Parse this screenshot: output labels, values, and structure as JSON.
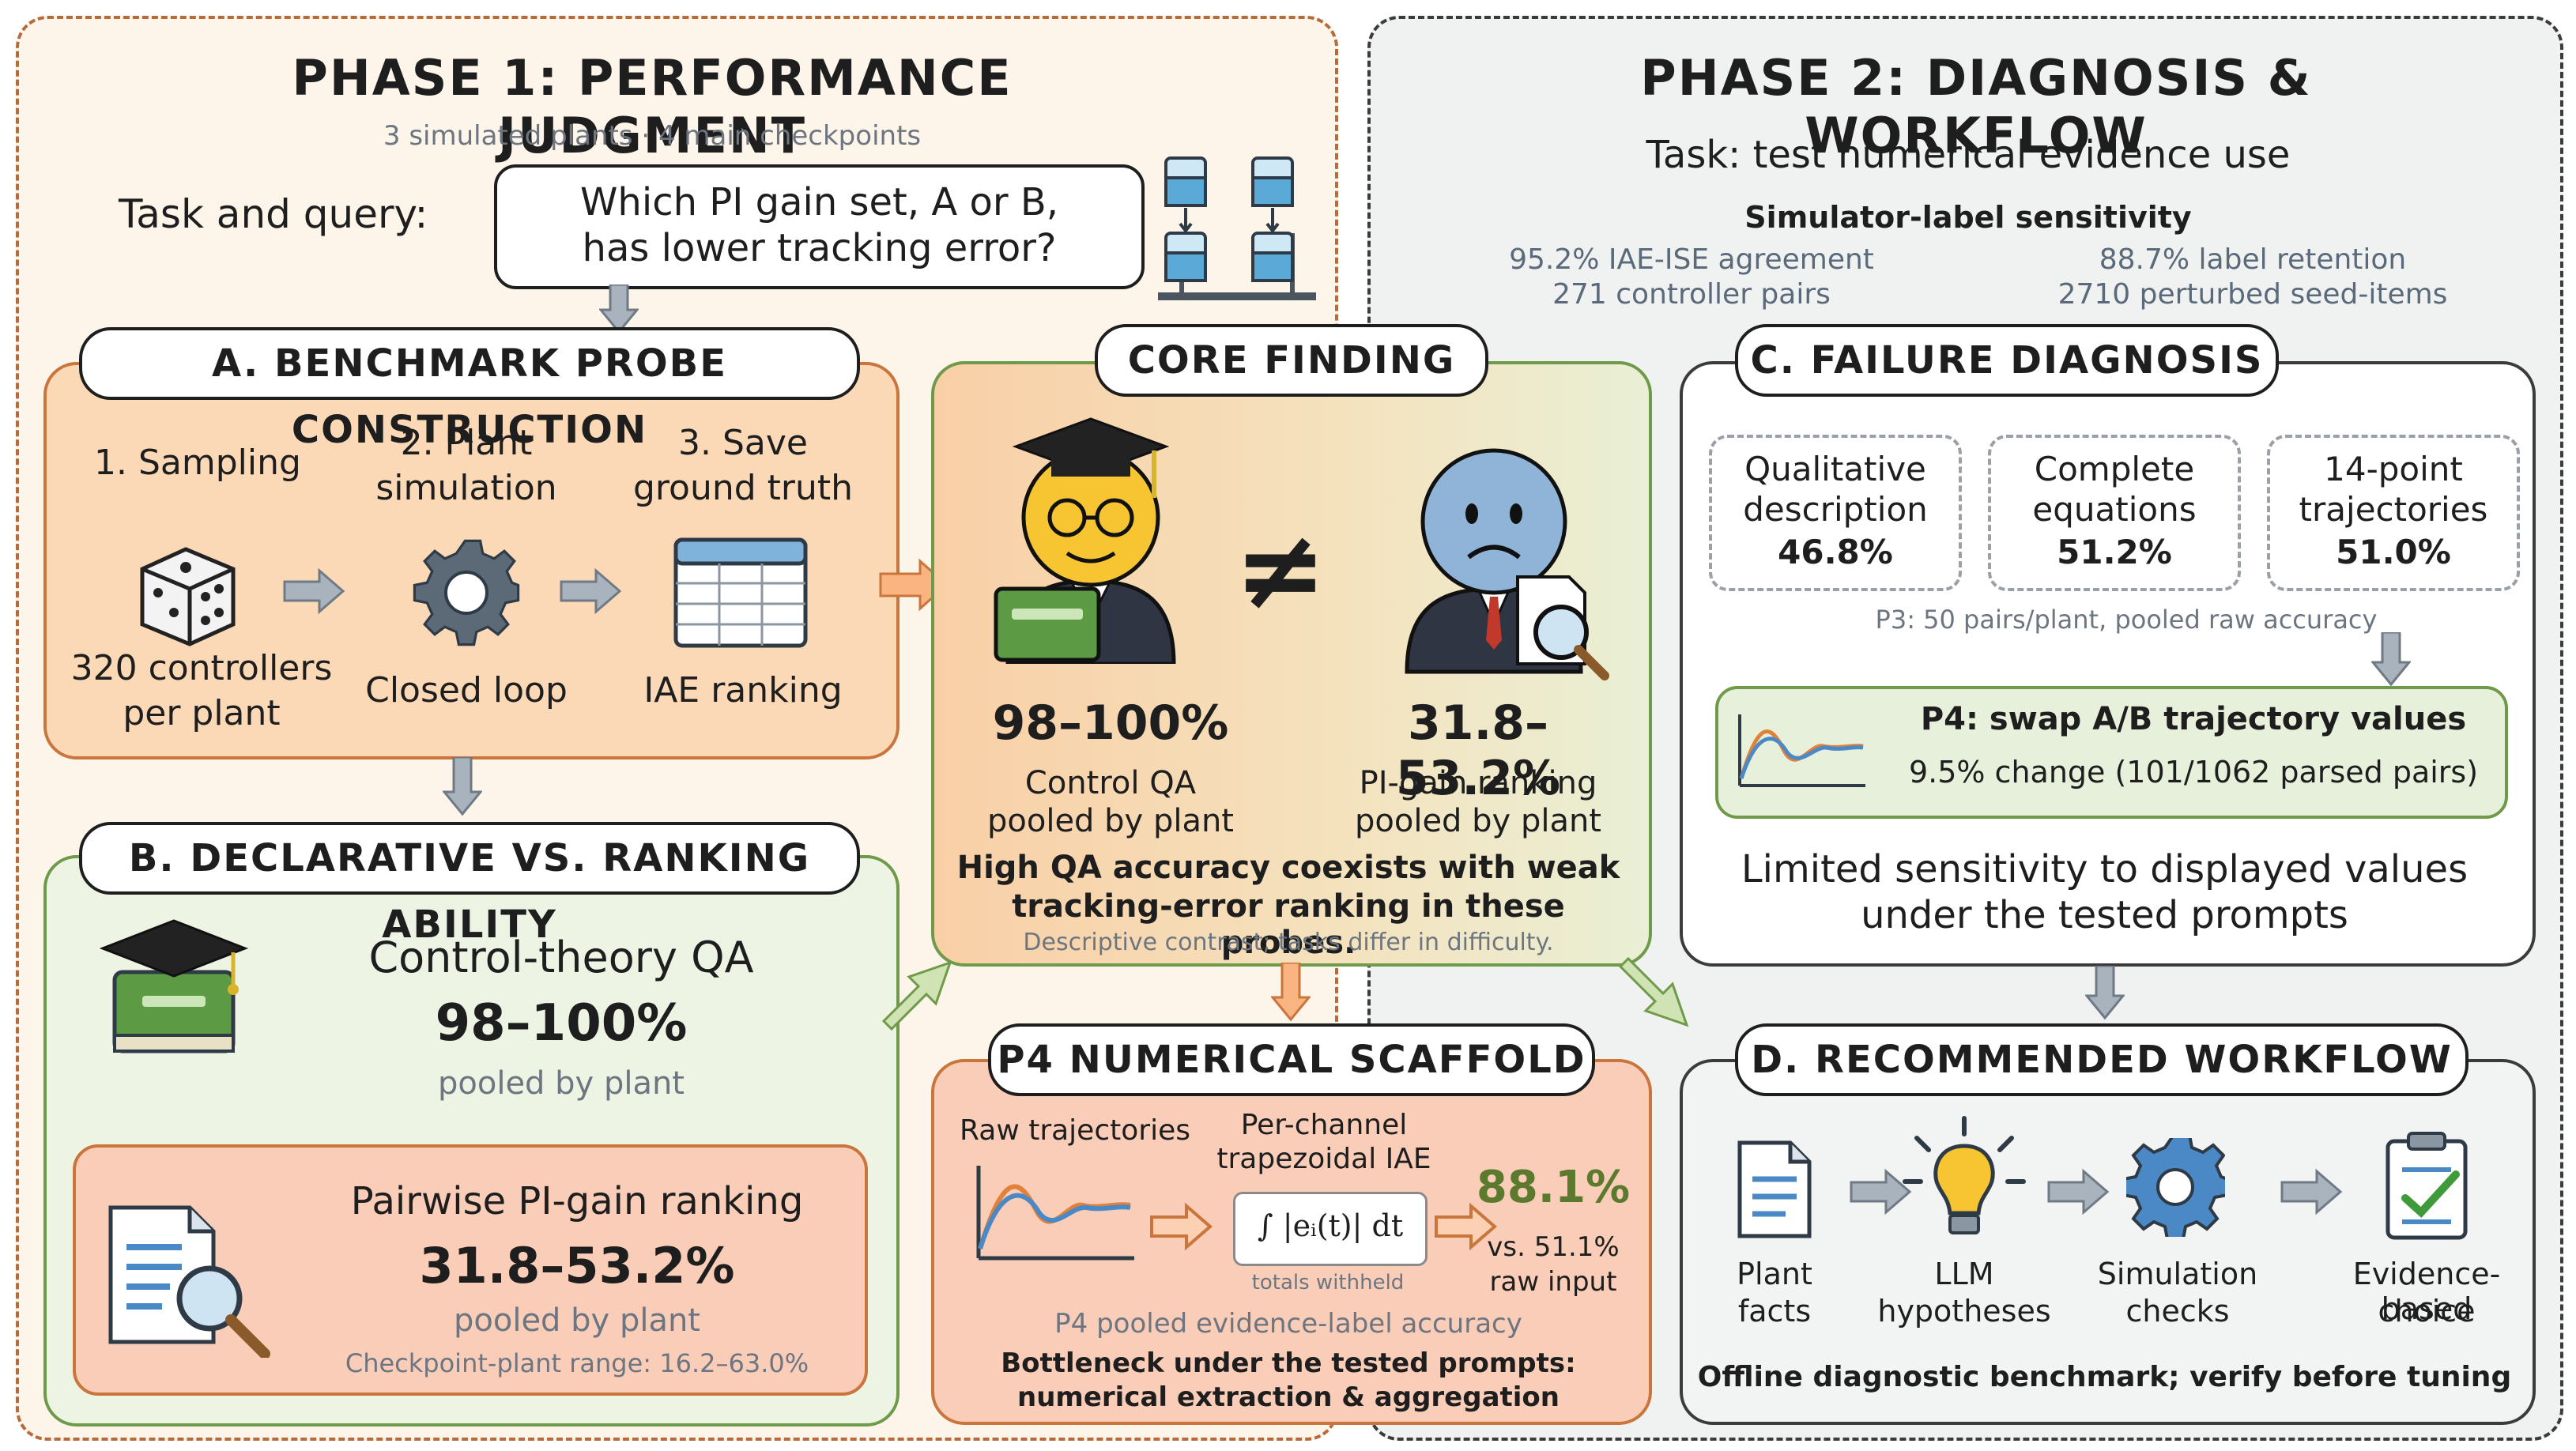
{
  "phase1": {
    "title": "PHASE 1: PERFORMANCE JUDGMENT",
    "subtitle": "3 simulated plants · 4 main checkpoints",
    "task_label": "Task and query:",
    "query_line1": "Which PI gain set, A or B,",
    "query_line2": "has lower tracking error?"
  },
  "section_a": {
    "title": "A. BENCHMARK PROBE CONSTRUCTION",
    "step1_label": "1. Sampling",
    "step2_label1": "2. Plant",
    "step2_label2": "simulation",
    "step3_label1": "3. Save",
    "step3_label2": "ground truth",
    "step1_caption1": "320 controllers",
    "step1_caption2": "per plant",
    "step2_caption": "Closed loop",
    "step3_caption": "IAE ranking"
  },
  "section_b": {
    "title": "B. DECLARATIVE VS. RANKING ABILITY",
    "qa_label": "Control-theory QA",
    "qa_value": "98–100%",
    "qa_note": "pooled by plant",
    "rank_label": "Pairwise PI-gain ranking",
    "rank_value": "31.8–53.2%",
    "rank_note": "pooled by plant",
    "rank_range": "Checkpoint-plant range: 16.2–63.0%"
  },
  "core": {
    "title": "CORE FINDING",
    "left_value": "98–100%",
    "left_label1": "Control QA",
    "left_label2": "pooled by plant",
    "neq": "≠",
    "right_value": "31.8–53.2%",
    "right_label1": "PI-gain ranking",
    "right_label2": "pooled by plant",
    "statement1": "High QA accuracy coexists with weak",
    "statement2": "tracking-error ranking in these probes.",
    "note": "Descriptive contrast; tasks differ in difficulty."
  },
  "p4": {
    "title": "P4 NUMERICAL SCAFFOLD",
    "raw_label": "Raw trajectories",
    "iae_label1": "Per-channel",
    "iae_label2": "trapezoidal IAE",
    "formula": "∫ |eᵢ(t)| dt",
    "totals": "totals withheld",
    "accuracy": "88.1%",
    "vs1": "vs. 51.1%",
    "vs2": "raw input",
    "caption": "P4 pooled evidence-label accuracy",
    "bottleneck1": "Bottleneck under the tested prompts:",
    "bottleneck2": "numerical extraction & aggregation"
  },
  "phase2": {
    "title": "PHASE 2: DIAGNOSIS & WORKFLOW",
    "task": "Task: test numerical evidence use",
    "sensitivity_title": "Simulator-label sensitivity",
    "stat1": "95.2% IAE-ISE agreement",
    "stat2": "271 controller pairs",
    "stat3": "88.7% label retention",
    "stat4": "2710 perturbed seed-items"
  },
  "section_c": {
    "title": "C. FAILURE DIAGNOSIS",
    "boxes": [
      {
        "line1": "Qualitative",
        "line2": "description",
        "value": "46.8%"
      },
      {
        "line1": "Complete",
        "line2": "equations",
        "value": "51.2%"
      },
      {
        "line1": "14-point",
        "line2": "trajectories",
        "value": "51.0%"
      }
    ],
    "p3_note": "P3: 50 pairs/plant, pooled raw accuracy",
    "p4_title": "P4: swap A/B trajectory values",
    "p4_value": "9.5% change (101/1062 parsed pairs)",
    "conclusion1": "Limited sensitivity to displayed values",
    "conclusion2": "under the tested prompts"
  },
  "section_d": {
    "title": "D. RECOMMENDED WORKFLOW",
    "steps": [
      {
        "line1": "Plant",
        "line2": "facts"
      },
      {
        "line1": "LLM",
        "line2": "hypotheses"
      },
      {
        "line1": "Simulation",
        "line2": "checks"
      },
      {
        "line1": "Evidence-based",
        "line2": "choice"
      }
    ],
    "footer": "Offline diagnostic benchmark; verify before tuning"
  },
  "colors": {
    "orange_fill": "#fbd9b6",
    "orange_border": "#c9753b",
    "green_border": "#6e9a4a",
    "green_fill": "#eef4e4",
    "accent_value": "#5b7a2e",
    "arrow_gray": "#a8b3bd"
  }
}
